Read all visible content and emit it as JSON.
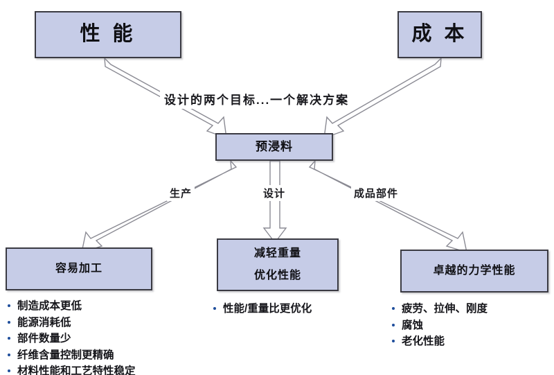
{
  "diagram": {
    "headline": "设计的两个目标...一个解决方案",
    "colors": {
      "box_fill": "#c6cce7",
      "box_border": "#3a3a42",
      "arrow_stroke": "#8a8a93",
      "arrow_fill": "#ffffff",
      "bullet_dot": "#1f4e9c",
      "background": "#ffffff"
    },
    "top_nodes": [
      {
        "id": "performance",
        "label": "性 能"
      },
      {
        "id": "cost",
        "label": "成 本"
      }
    ],
    "center_node": {
      "id": "prepreg",
      "label": "预浸料"
    },
    "branch_labels": [
      {
        "id": "production",
        "label": "生产"
      },
      {
        "id": "design",
        "label": "设计"
      },
      {
        "id": "finished-part",
        "label": "成品部件"
      }
    ],
    "bottom_nodes": [
      {
        "id": "easy-processing",
        "lines": [
          "容易加工"
        ],
        "bullets": [
          "制造成本更低",
          "能源消耗低",
          "部件数量少",
          "纤维含量控制更精确",
          "材料性能和工艺特性稳定"
        ]
      },
      {
        "id": "weight-performance",
        "lines": [
          "减轻重量",
          "优化性能"
        ],
        "bullets": [
          "性能/重量比更优化"
        ]
      },
      {
        "id": "mechanical-performance",
        "lines": [
          "卓越的力学性能"
        ],
        "bullets": [
          "疲劳、拉伸、刚度",
          "腐蚀",
          "老化性能"
        ]
      }
    ]
  }
}
